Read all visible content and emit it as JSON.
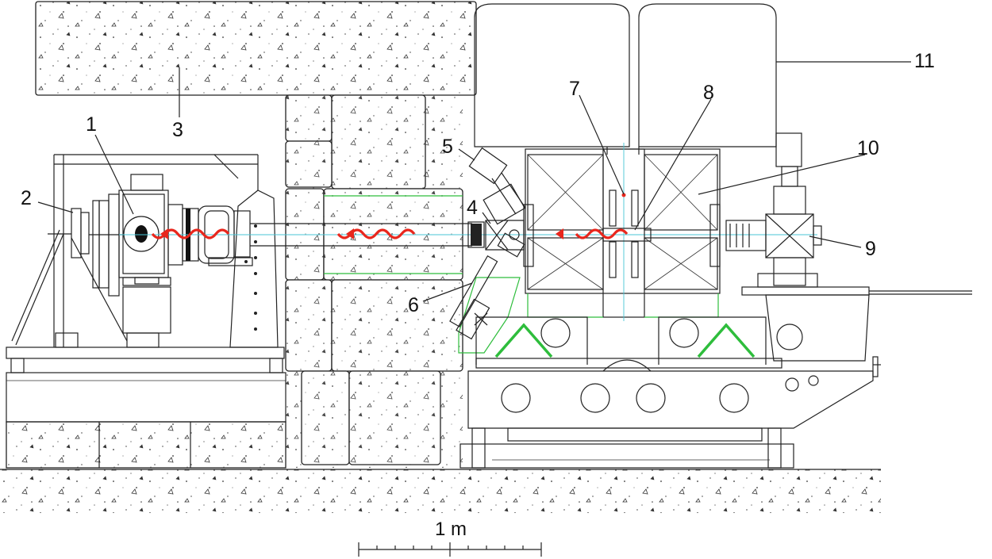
{
  "labels": [
    {
      "id": "1",
      "text": "1"
    },
    {
      "id": "2",
      "text": "2"
    },
    {
      "id": "3",
      "text": "3"
    },
    {
      "id": "4",
      "text": "4"
    },
    {
      "id": "5",
      "text": "5"
    },
    {
      "id": "6",
      "text": "6"
    },
    {
      "id": "7",
      "text": "7"
    },
    {
      "id": "8",
      "text": "8"
    },
    {
      "id": "9",
      "text": "9"
    },
    {
      "id": "10",
      "text": "10"
    },
    {
      "id": "11",
      "text": "11"
    }
  ],
  "scale_bar": {
    "label": "1 m"
  },
  "colors": {
    "beam_arrow": "#e8271d",
    "beam_axis": "#48c6d6",
    "shield_outline": "#2ebd3c",
    "line": "#222222"
  }
}
